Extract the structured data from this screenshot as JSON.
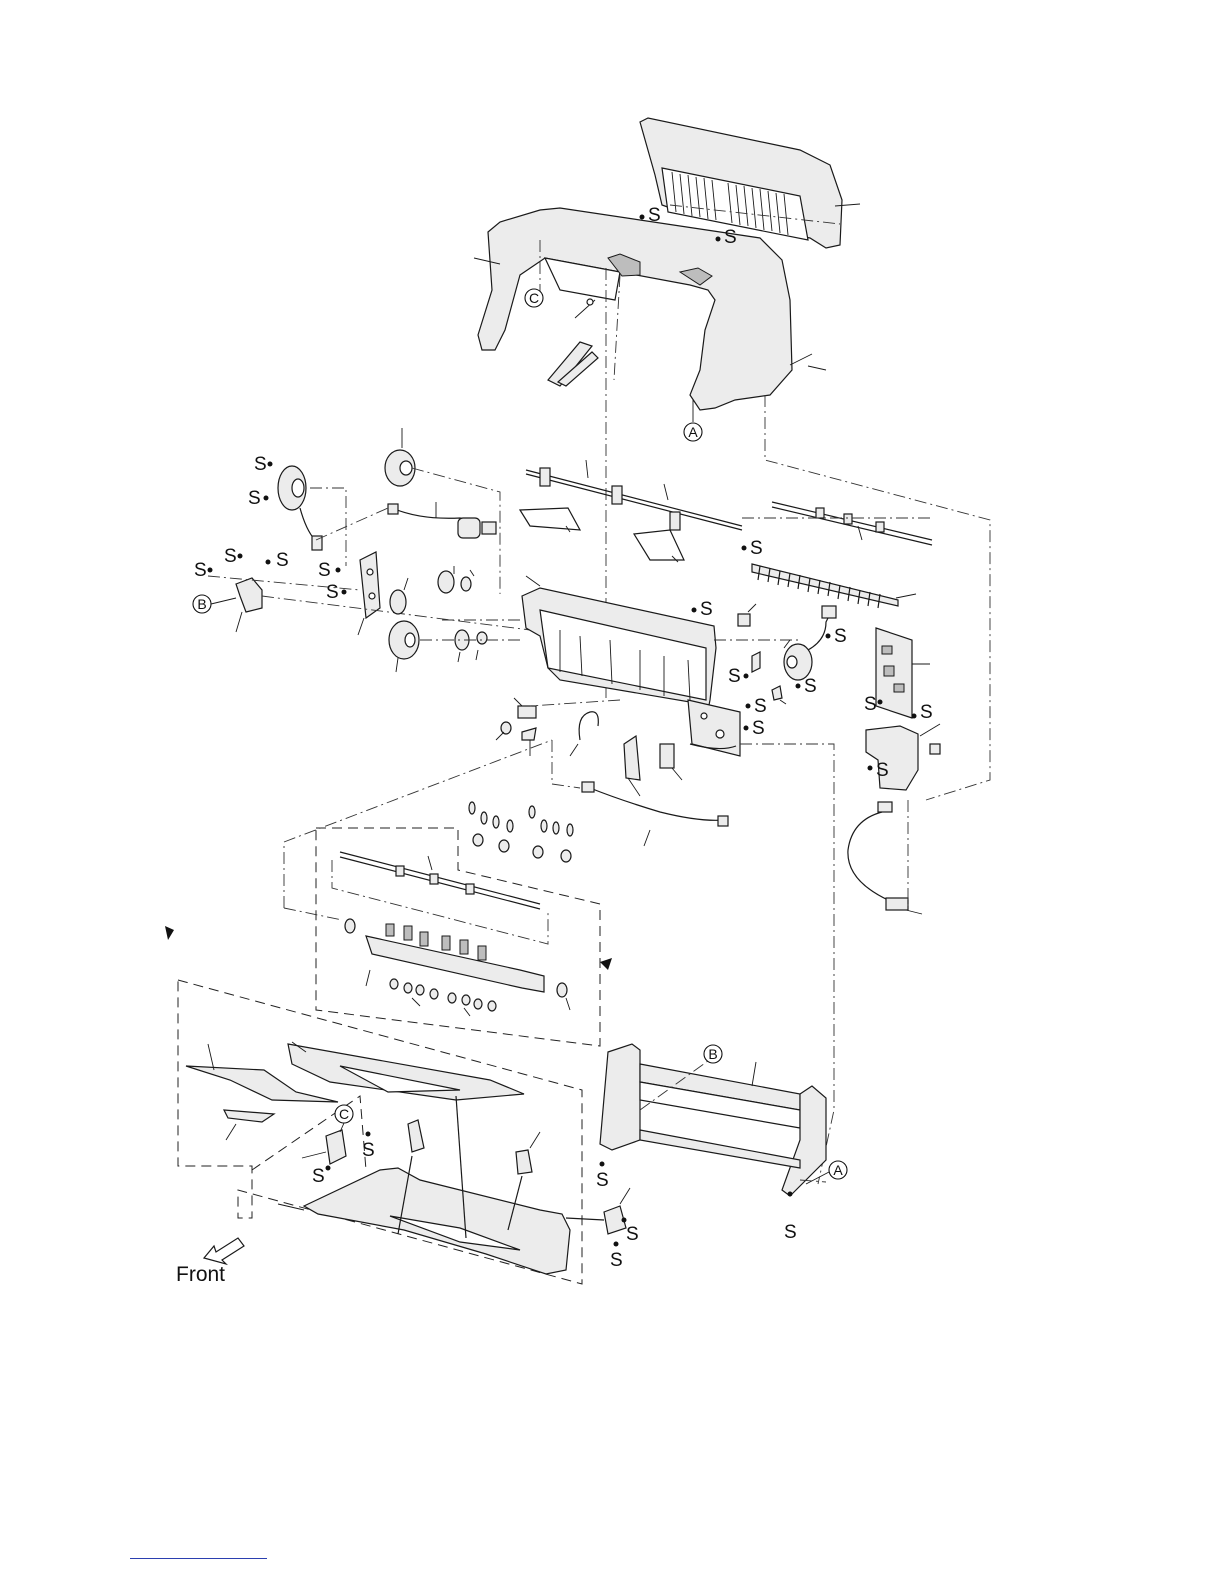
{
  "labels": {
    "front": "Front",
    "screw": "S",
    "ref_a": "A",
    "ref_b": "B",
    "ref_c": "C"
  },
  "colors": {
    "line": "#1a1a1a",
    "part_fill": "#ececec",
    "footer_rule": "#2b3fb0"
  }
}
